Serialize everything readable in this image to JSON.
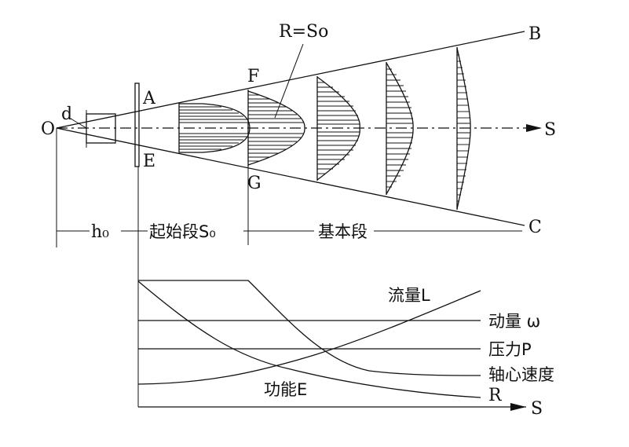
{
  "labels": {
    "origin": "O",
    "nozzle_d": "d",
    "point_a": "A",
    "point_e": "E",
    "point_f": "F",
    "point_g": "G",
    "point_b": "B",
    "point_c": "C",
    "axis_s_top": "S",
    "r_so": "R=So",
    "h0": "h₀",
    "initial_segment": "起始段S₀",
    "basic_segment": "基本段"
  },
  "graph_labels": {
    "flow": "流量L",
    "momentum": "动量 ω",
    "pressure": "压力P",
    "axial_velocity": "轴心速度",
    "r": "R",
    "energy": "功能E",
    "axis_s_bottom": "S"
  }
}
